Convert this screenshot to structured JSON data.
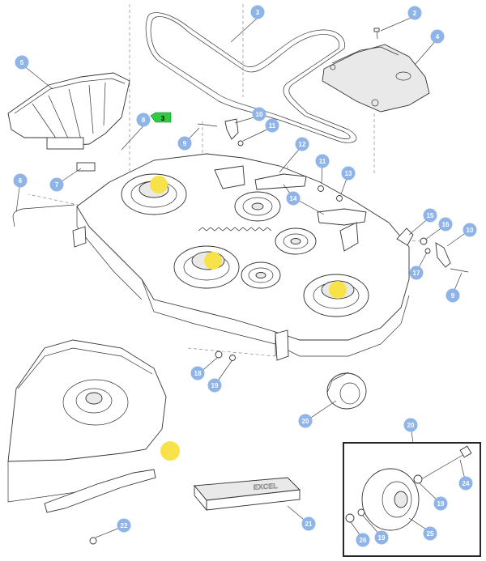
{
  "diagram": {
    "callouts": [
      {
        "id": "c3",
        "text": "3"
      },
      {
        "id": "c2",
        "text": "2"
      },
      {
        "id": "c4",
        "text": "4"
      },
      {
        "id": "c5",
        "text": "5"
      },
      {
        "id": "c8",
        "text": "8"
      },
      {
        "id": "c10a",
        "text": "10"
      },
      {
        "id": "c11a",
        "text": "11"
      },
      {
        "id": "c9a",
        "text": "9"
      },
      {
        "id": "c12",
        "text": "12"
      },
      {
        "id": "c11b",
        "text": "11"
      },
      {
        "id": "c13",
        "text": "13"
      },
      {
        "id": "c6",
        "text": "6"
      },
      {
        "id": "c7",
        "text": "7"
      },
      {
        "id": "c14",
        "text": "14"
      },
      {
        "id": "c15",
        "text": "15"
      },
      {
        "id": "c16",
        "text": "16"
      },
      {
        "id": "c10b",
        "text": "10"
      },
      {
        "id": "c17",
        "text": "17"
      },
      {
        "id": "c9b",
        "text": "9"
      },
      {
        "id": "c18",
        "text": "18"
      },
      {
        "id": "c19a",
        "text": "19"
      },
      {
        "id": "c20a",
        "text": "20"
      },
      {
        "id": "c20b",
        "text": "20"
      },
      {
        "id": "c24",
        "text": "24"
      },
      {
        "id": "c19b",
        "text": "19"
      },
      {
        "id": "c21",
        "text": "21"
      },
      {
        "id": "c22",
        "text": "22"
      },
      {
        "id": "c25",
        "text": "25"
      },
      {
        "id": "c26",
        "text": "26"
      },
      {
        "id": "c19c",
        "text": "19"
      }
    ],
    "flag_tag": "3",
    "brand_label": "EXCEL",
    "colors": {
      "callout_fill": "#8fb4e8",
      "flag_fill": "#2ecc40",
      "highlight": "#f7e24a",
      "line": "#333333"
    }
  }
}
